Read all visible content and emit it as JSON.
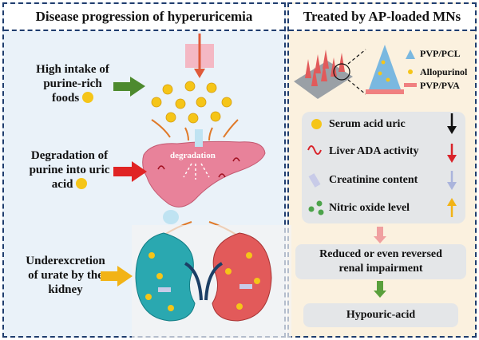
{
  "left_panel": {
    "title": "Disease progression of hyperuricemia",
    "stages": [
      {
        "line1": "High intake of",
        "line2": "purine-rich",
        "line3": "foods"
      },
      {
        "line1": "Degradation of",
        "line2": "purine into uric",
        "line3": "acid"
      },
      {
        "line1": "Underexcretion",
        "line2": "of urate by the",
        "line3": "kidney"
      }
    ],
    "liver_label": "degradation"
  },
  "right_panel": {
    "title": "Treated by AP-loaded MNs",
    "legend": [
      "PVP/PCL",
      "Allopurinol",
      "PVP/PVA"
    ],
    "indicators": [
      {
        "label": "Serum acid uric",
        "trend": "down",
        "color": "#111111"
      },
      {
        "label": "Liver ADA activity",
        "trend": "down",
        "color": "#d9232a"
      },
      {
        "label": "Creatinine content",
        "trend": "down",
        "color": "#aab4dc"
      },
      {
        "label": "Nitric oxide level",
        "trend": "up",
        "color": "#f2b316"
      }
    ],
    "result_line1": "Reduced or even reversed",
    "result_line2": "renal impairment",
    "final": "Hypouric-acid"
  },
  "colors": {
    "border": "#1f3d6e",
    "green_arrow": "#4d8a2e",
    "red_arrow": "#e02424",
    "orange_arrow": "#f2b316",
    "liver": "#e8829a",
    "kidney_left": "#2aa8b0",
    "kidney_right": "#e25a5a"
  }
}
